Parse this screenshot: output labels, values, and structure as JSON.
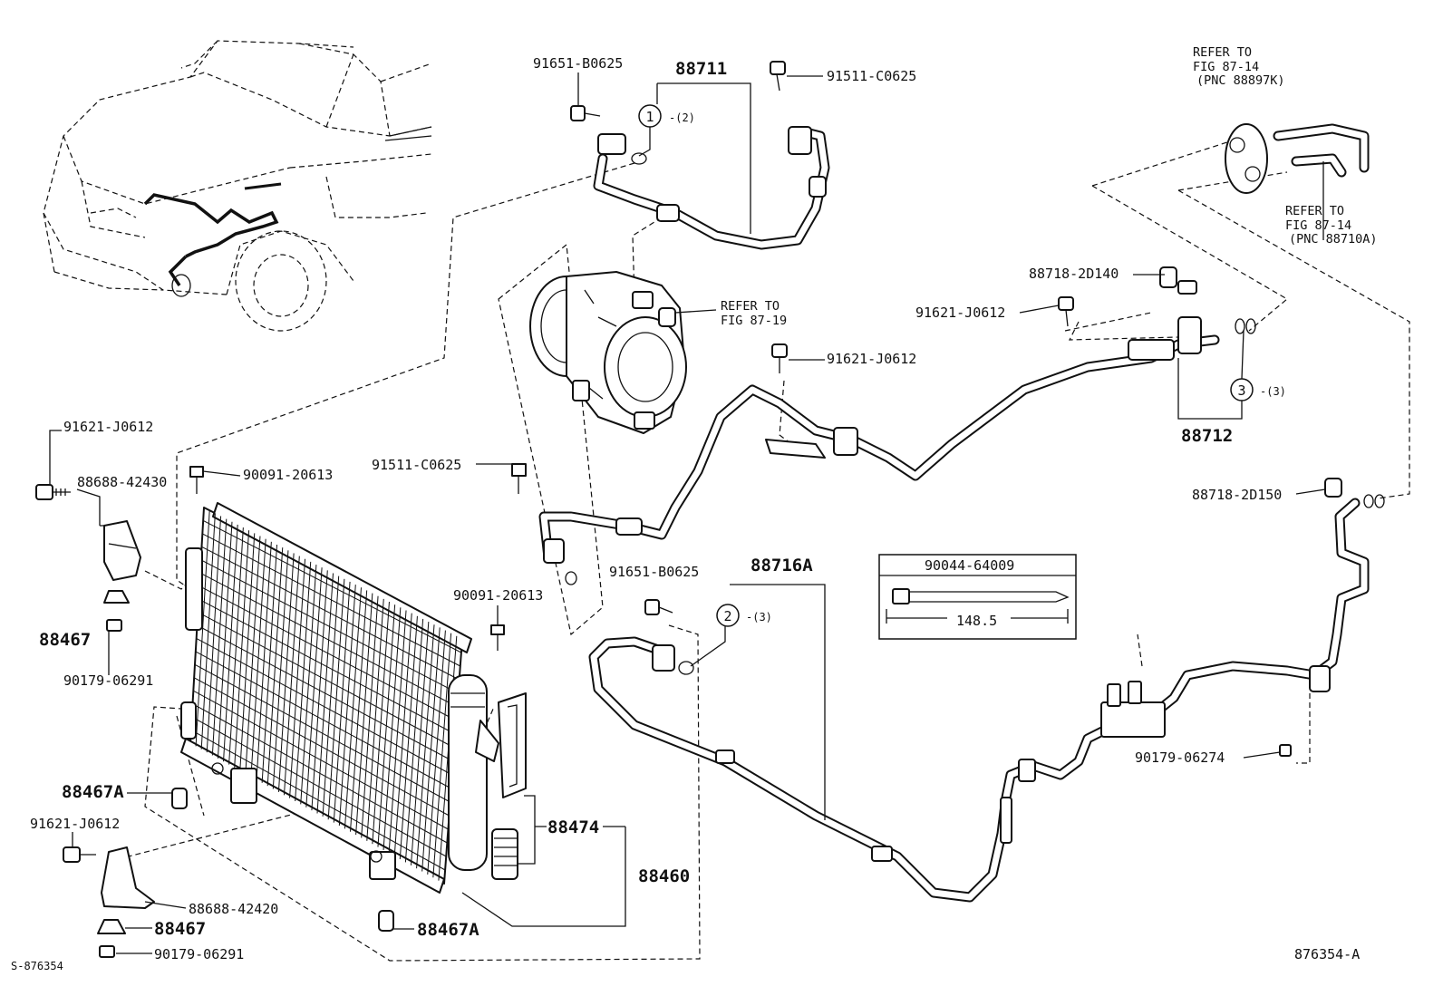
{
  "parts": {
    "p88711": "88711",
    "p88712": "88712",
    "p88716a": "88716A",
    "p88460": "88460",
    "p88474": "88474",
    "p88467_top": "88467",
    "p88467_bottom": "88467",
    "p88467a_mid": "88467A",
    "p88467a_bottom": "88467A",
    "b91651_top": "91651-B0625",
    "b91651_mid": "91651-B0625",
    "b91511_top": "91511-C0625",
    "b91511_mid": "91511-C0625",
    "b91621_a": "91621-J0612",
    "b91621_b": "91621-J0612",
    "b91621_c": "91621-J0612",
    "b91621_d": "91621-J0612",
    "b90091_a": "90091-20613",
    "b90091_b": "90091-20613",
    "b88688_42430": "88688-42430",
    "b88688_42420": "88688-42420",
    "b90179_06291_a": "90179-06291",
    "b90179_06291_b": "90179-06291",
    "b90179_06274": "90179-06274",
    "b88718_2d140": "88718-2D140",
    "b88718_2d150": "88718-2D150",
    "b90044_64009": "90044-64009"
  },
  "callouts": {
    "c1_num": "1",
    "c1_qty": "-(2)",
    "c2_num": "2",
    "c2_qty": "-(3)",
    "c3_num": "3",
    "c3_qty": "-(3)"
  },
  "refs": {
    "comp_line1": "REFER TO",
    "comp_line2": "FIG 87-19",
    "top_line1": "REFER TO",
    "top_line2": "FIG 87-14",
    "top_line3": "(PNC 88897K)",
    "mid_line1": "REFER TO",
    "mid_line2": "FIG 87-14",
    "mid_line3": "(PNC 88710A)"
  },
  "clamp_box": {
    "dimension": "148.5"
  },
  "footer": {
    "left_code": "S-876354",
    "right_code": "876354-A"
  }
}
